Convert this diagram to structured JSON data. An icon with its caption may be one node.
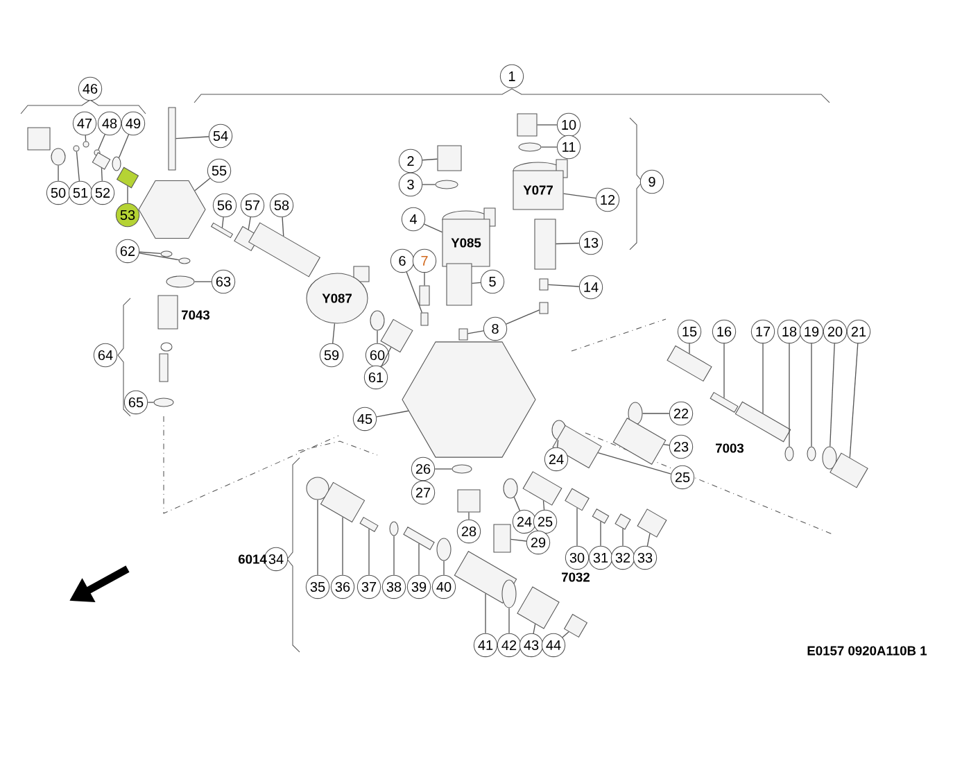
{
  "diagram": {
    "nodes": [
      {
        "text": [
          "1"
        ]
      },
      {
        "text": [
          "2"
        ]
      },
      {
        "text": [
          "3"
        ]
      },
      {
        "text": [
          "4"
        ]
      },
      {
        "text": [
          "5"
        ]
      },
      {
        "text": [
          "6"
        ]
      },
      {
        "text": [
          "7"
        ]
      },
      {
        "text": [
          "8"
        ]
      },
      {
        "text": [
          "9"
        ]
      },
      {
        "text": [
          "10"
        ]
      },
      {
        "text": [
          "11"
        ]
      },
      {
        "text": [
          "12"
        ]
      },
      {
        "text": [
          "13"
        ]
      },
      {
        "text": [
          "14"
        ]
      },
      {
        "text": [
          "15"
        ]
      },
      {
        "text": [
          "16"
        ]
      },
      {
        "text": [
          "17"
        ]
      },
      {
        "text": [
          "18"
        ]
      },
      {
        "text": [
          "19"
        ]
      },
      {
        "text": [
          "20"
        ]
      },
      {
        "text": [
          "21"
        ]
      },
      {
        "text": [
          "22"
        ]
      },
      {
        "text": [
          "23"
        ]
      },
      {
        "text": [
          "24"
        ]
      },
      {
        "text": [
          "25"
        ]
      },
      {
        "text": [
          "24"
        ]
      },
      {
        "text": [
          "25"
        ]
      },
      {
        "text": [
          "26"
        ]
      },
      {
        "text": [
          "27"
        ]
      },
      {
        "text": [
          "28"
        ]
      },
      {
        "text": [
          "29"
        ]
      },
      {
        "text": [
          "30"
        ]
      },
      {
        "text": [
          "31"
        ]
      },
      {
        "text": [
          "32"
        ]
      },
      {
        "text": [
          "33"
        ]
      },
      {
        "text": [
          "34"
        ]
      },
      {
        "text": [
          "35"
        ]
      },
      {
        "text": [
          "36"
        ]
      },
      {
        "text": [
          "37"
        ]
      },
      {
        "text": [
          "38"
        ]
      },
      {
        "text": [
          "39"
        ]
      },
      {
        "text": [
          "40"
        ]
      },
      {
        "text": [
          "41"
        ]
      },
      {
        "text": [
          "42"
        ]
      },
      {
        "text": [
          "43"
        ]
      },
      {
        "text": [
          "44"
        ]
      },
      {
        "text": [
          "45"
        ]
      },
      {
        "text": [
          "46"
        ]
      },
      {
        "text": [
          "47"
        ]
      },
      {
        "text": [
          "48"
        ]
      },
      {
        "text": [
          "49"
        ]
      },
      {
        "text": [
          "50"
        ]
      },
      {
        "text": [
          "51"
        ]
      },
      {
        "text": [
          "52"
        ]
      },
      {
        "text": [
          "53"
        ]
      },
      {
        "text": [
          "54"
        ]
      },
      {
        "text": [
          "55"
        ]
      },
      {
        "text": [
          "56"
        ]
      },
      {
        "text": [
          "57"
        ]
      },
      {
        "text": [
          "58"
        ]
      },
      {
        "text": [
          "59"
        ]
      },
      {
        "text": [
          "60"
        ]
      },
      {
        "text": [
          "61"
        ]
      },
      {
        "text": [
          "62"
        ]
      },
      {
        "text": [
          "63"
        ]
      },
      {
        "text": [
          "64"
        ]
      },
      {
        "text": [
          "65"
        ]
      },
      {
        "text": [],
        "shape": "box"
      },
      {
        "text": [],
        "shape": "ellipse"
      },
      {
        "text": [
          "Y085"
        ]
      },
      {
        "text": [],
        "shape": "box"
      },
      {
        "text": [],
        "shape": "box"
      },
      {
        "text": [],
        "shape": "box"
      },
      {
        "text": [],
        "shape": "box"
      },
      {
        "text": [],
        "shape": "box"
      },
      {
        "text": [],
        "shape": "box"
      },
      {
        "text": [],
        "shape": "ellipse"
      },
      {
        "text": [
          "Y077"
        ]
      },
      {
        "text": [],
        "shape": "box"
      },
      {
        "text": [],
        "shape": "box"
      },
      {
        "text": [],
        "shape": "box"
      },
      {
        "text": [],
        "shape": "box"
      },
      {
        "text": [],
        "shape": "box"
      },
      {
        "text": [],
        "shape": "ellipse"
      },
      {
        "text": [],
        "shape": "ellipse"
      },
      {
        "text": [],
        "shape": "ellipse"
      },
      {
        "text": [],
        "shape": "box"
      },
      {
        "text": [],
        "shape": "ellipse"
      },
      {
        "text": [],
        "shape": "box"
      },
      {
        "text": [],
        "shape": "ellipse"
      },
      {
        "text": [],
        "shape": "box"
      },
      {
        "text": [],
        "shape": "ellipse"
      },
      {
        "text": [],
        "shape": "box"
      },
      {
        "text": [],
        "shape": "ellipse"
      },
      {
        "text": [],
        "shape": "box"
      },
      {
        "text": [],
        "shape": "box"
      },
      {
        "text": [],
        "shape": "box"
      },
      {
        "text": [],
        "shape": "box"
      },
      {
        "text": [],
        "shape": "box"
      },
      {
        "text": [],
        "shape": "box"
      },
      {
        "text": [],
        "shape": "ellipse"
      },
      {
        "text": [],
        "shape": "box"
      },
      {
        "text": [],
        "shape": "box"
      },
      {
        "text": [],
        "shape": "ellipse"
      },
      {
        "text": [],
        "shape": "box"
      },
      {
        "text": [],
        "shape": "ellipse"
      },
      {
        "text": [],
        "shape": "box"
      },
      {
        "text": [],
        "shape": "ellipse"
      },
      {
        "text": [],
        "shape": "box"
      },
      {
        "text": [],
        "shape": "box"
      },
      {
        "text": [],
        "shape": "hexagon"
      },
      {
        "text": [],
        "shape": "ellipse"
      },
      {
        "text": [],
        "shape": "ellipse"
      },
      {
        "text": [],
        "shape": "ellipse"
      },
      {
        "text": [],
        "shape": "ellipse"
      },
      {
        "text": [],
        "shape": "ellipse"
      },
      {
        "text": [],
        "shape": "box"
      },
      {
        "text": [],
        "shape": "box"
      },
      {
        "text": [],
        "shape": "box"
      },
      {
        "text": [],
        "shape": "hexagon"
      },
      {
        "text": [],
        "shape": "box"
      },
      {
        "text": [],
        "shape": "box"
      },
      {
        "text": [],
        "shape": "box"
      },
      {
        "text": [
          "Y087"
        ]
      },
      {
        "text": [],
        "shape": "ellipse"
      },
      {
        "text": [],
        "shape": "box"
      },
      {
        "text": [],
        "shape": "ellipse"
      },
      {
        "text": [],
        "shape": "ellipse"
      },
      {
        "text": [],
        "shape": "ellipse"
      },
      {
        "text": [],
        "shape": "ellipse"
      }
    ],
    "edges": [
      {
        "from": 1,
        "to": 67,
        "arrow": "none"
      },
      {
        "from": 2,
        "to": 68,
        "arrow": "none"
      },
      {
        "from": 3,
        "to": 69,
        "arrow": "none"
      },
      {
        "from": 4,
        "to": 70,
        "arrow": "none"
      },
      {
        "from": 5,
        "to": 71,
        "arrow": "none"
      },
      {
        "from": 6,
        "to": 72,
        "arrow": "none"
      },
      {
        "from": 7,
        "to": 73,
        "arrow": "none"
      },
      {
        "from": 7,
        "to": 74,
        "arrow": "none"
      },
      {
        "from": 9,
        "to": 75,
        "arrow": "none"
      },
      {
        "from": 10,
        "to": 76,
        "arrow": "none"
      },
      {
        "from": 11,
        "to": 77,
        "arrow": "none"
      },
      {
        "from": 12,
        "to": 78,
        "arrow": "none"
      },
      {
        "from": 13,
        "to": 79,
        "arrow": "none"
      },
      {
        "from": 14,
        "to": 80,
        "arrow": "none"
      },
      {
        "from": 15,
        "to": 81,
        "arrow": "none"
      },
      {
        "from": 16,
        "to": 82,
        "arrow": "none"
      },
      {
        "from": 17,
        "to": 83,
        "arrow": "none"
      },
      {
        "from": 18,
        "to": 84,
        "arrow": "none"
      },
      {
        "from": 19,
        "to": 85,
        "arrow": "none"
      },
      {
        "from": 20,
        "to": 86,
        "arrow": "none"
      },
      {
        "from": 21,
        "to": 87,
        "arrow": "none"
      },
      {
        "from": 22,
        "to": 88,
        "arrow": "none"
      },
      {
        "from": 23,
        "to": 89,
        "arrow": "none"
      },
      {
        "from": 24,
        "to": 90,
        "arrow": "none"
      },
      {
        "from": 25,
        "to": 91,
        "arrow": "none"
      },
      {
        "from": 26,
        "to": 92,
        "arrow": "none"
      },
      {
        "from": 27,
        "to": 93,
        "arrow": "none"
      },
      {
        "from": 29,
        "to": 94,
        "arrow": "none"
      },
      {
        "from": 30,
        "to": 95,
        "arrow": "none"
      },
      {
        "from": 31,
        "to": 96,
        "arrow": "none"
      },
      {
        "from": 32,
        "to": 97,
        "arrow": "none"
      },
      {
        "from": 33,
        "to": 98,
        "arrow": "none"
      },
      {
        "from": 34,
        "to": 99,
        "arrow": "none"
      },
      {
        "from": 36,
        "to": 100,
        "arrow": "none"
      },
      {
        "from": 37,
        "to": 101,
        "arrow": "none"
      },
      {
        "from": 38,
        "to": 102,
        "arrow": "none"
      },
      {
        "from": 39,
        "to": 103,
        "arrow": "none"
      },
      {
        "from": 40,
        "to": 104,
        "arrow": "none"
      },
      {
        "from": 41,
        "to": 105,
        "arrow": "none"
      },
      {
        "from": 42,
        "to": 106,
        "arrow": "none"
      },
      {
        "from": 43,
        "to": 107,
        "arrow": "none"
      },
      {
        "from": 44,
        "to": 108,
        "arrow": "none"
      },
      {
        "from": 45,
        "to": 109,
        "arrow": "none"
      },
      {
        "from": 46,
        "to": 110,
        "arrow": "none"
      },
      {
        "from": 48,
        "to": 111,
        "arrow": "none"
      },
      {
        "from": 49,
        "to": 112,
        "arrow": "none"
      },
      {
        "from": 50,
        "to": 113,
        "arrow": "none"
      },
      {
        "from": 51,
        "to": 114,
        "arrow": "none"
      },
      {
        "from": 52,
        "to": 115,
        "arrow": "none"
      },
      {
        "from": 53,
        "to": 116,
        "arrow": "none"
      },
      {
        "from": 54,
        "to": 117,
        "arrow": "none"
      },
      {
        "from": 55,
        "to": 118,
        "arrow": "none"
      },
      {
        "from": 56,
        "to": 119,
        "arrow": "none"
      },
      {
        "from": 57,
        "to": 120,
        "arrow": "none"
      },
      {
        "from": 58,
        "to": 121,
        "arrow": "none"
      },
      {
        "from": 59,
        "to": 122,
        "arrow": "none"
      },
      {
        "from": 60,
        "to": 123,
        "arrow": "none"
      },
      {
        "from": 61,
        "to": 124,
        "arrow": "none"
      },
      {
        "from": 62,
        "to": 125,
        "arrow": "none"
      },
      {
        "from": 63,
        "to": 126,
        "arrow": "none"
      },
      {
        "from": 63,
        "to": 127,
        "arrow": "none"
      },
      {
        "from": 64,
        "to": 128,
        "arrow": "none"
      },
      {
        "from": 66,
        "to": 129,
        "arrow": "none"
      }
    ],
    "labels": [
      "7043",
      "7003",
      "7032",
      "6014",
      "E0157 0920A110B 1"
    ]
  }
}
